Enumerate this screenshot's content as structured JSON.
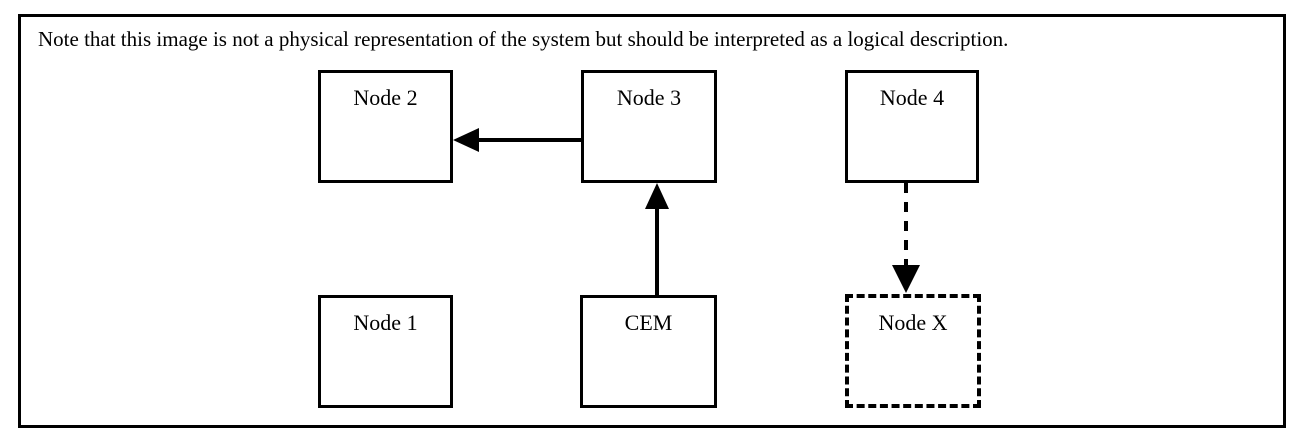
{
  "figure": {
    "caption": "Note that this image is not a physical representation of the system but should be interpreted as a logical description.",
    "frame_color": "#000000",
    "background_color": "#ffffff"
  },
  "nodes": [
    {
      "id": "node2",
      "label": "Node 2",
      "style": "solid"
    },
    {
      "id": "node3",
      "label": "Node 3",
      "style": "solid"
    },
    {
      "id": "node4",
      "label": "Node 4",
      "style": "solid"
    },
    {
      "id": "node1",
      "label": "Node 1",
      "style": "solid"
    },
    {
      "id": "cem",
      "label": "CEM",
      "style": "solid"
    },
    {
      "id": "nodex",
      "label": "Node X",
      "style": "dashed"
    }
  ],
  "connectors": [
    {
      "id": "node3-to-node2",
      "from": "Node 3",
      "to": "Node 2",
      "style": "solid",
      "direction": "left"
    },
    {
      "id": "cem-to-node3",
      "from": "CEM",
      "to": "Node 3",
      "style": "solid",
      "direction": "up"
    },
    {
      "id": "node4-to-nodex",
      "from": "Node 4",
      "to": "Node X",
      "style": "dashed",
      "direction": "down"
    }
  ]
}
